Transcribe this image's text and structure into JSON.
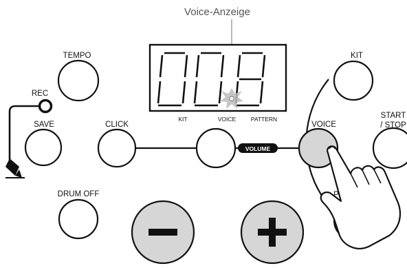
{
  "callout": {
    "label": "Voice-Anzeige"
  },
  "display": {
    "digits": [
      "0",
      "0",
      "8"
    ],
    "indicators": [
      "KIT",
      "VOICE",
      "PATTERN"
    ]
  },
  "buttons": {
    "tempo": "TEMPO",
    "rec": "REC",
    "save": "SAVE",
    "click": "CLICK",
    "kit": "KIT",
    "voice": "VOICE",
    "start_stop_line1": "START",
    "start_stop_line2": "/ STOP",
    "drum_off": "DRUM OFF",
    "volume_badge": "VOLUME",
    "partial_label": "P"
  },
  "minus_symbol": "−",
  "plus_symbol": "+",
  "colors": {
    "outline": "#111111",
    "active_fill": "#d6d6d6",
    "callout_text": "#555555"
  }
}
